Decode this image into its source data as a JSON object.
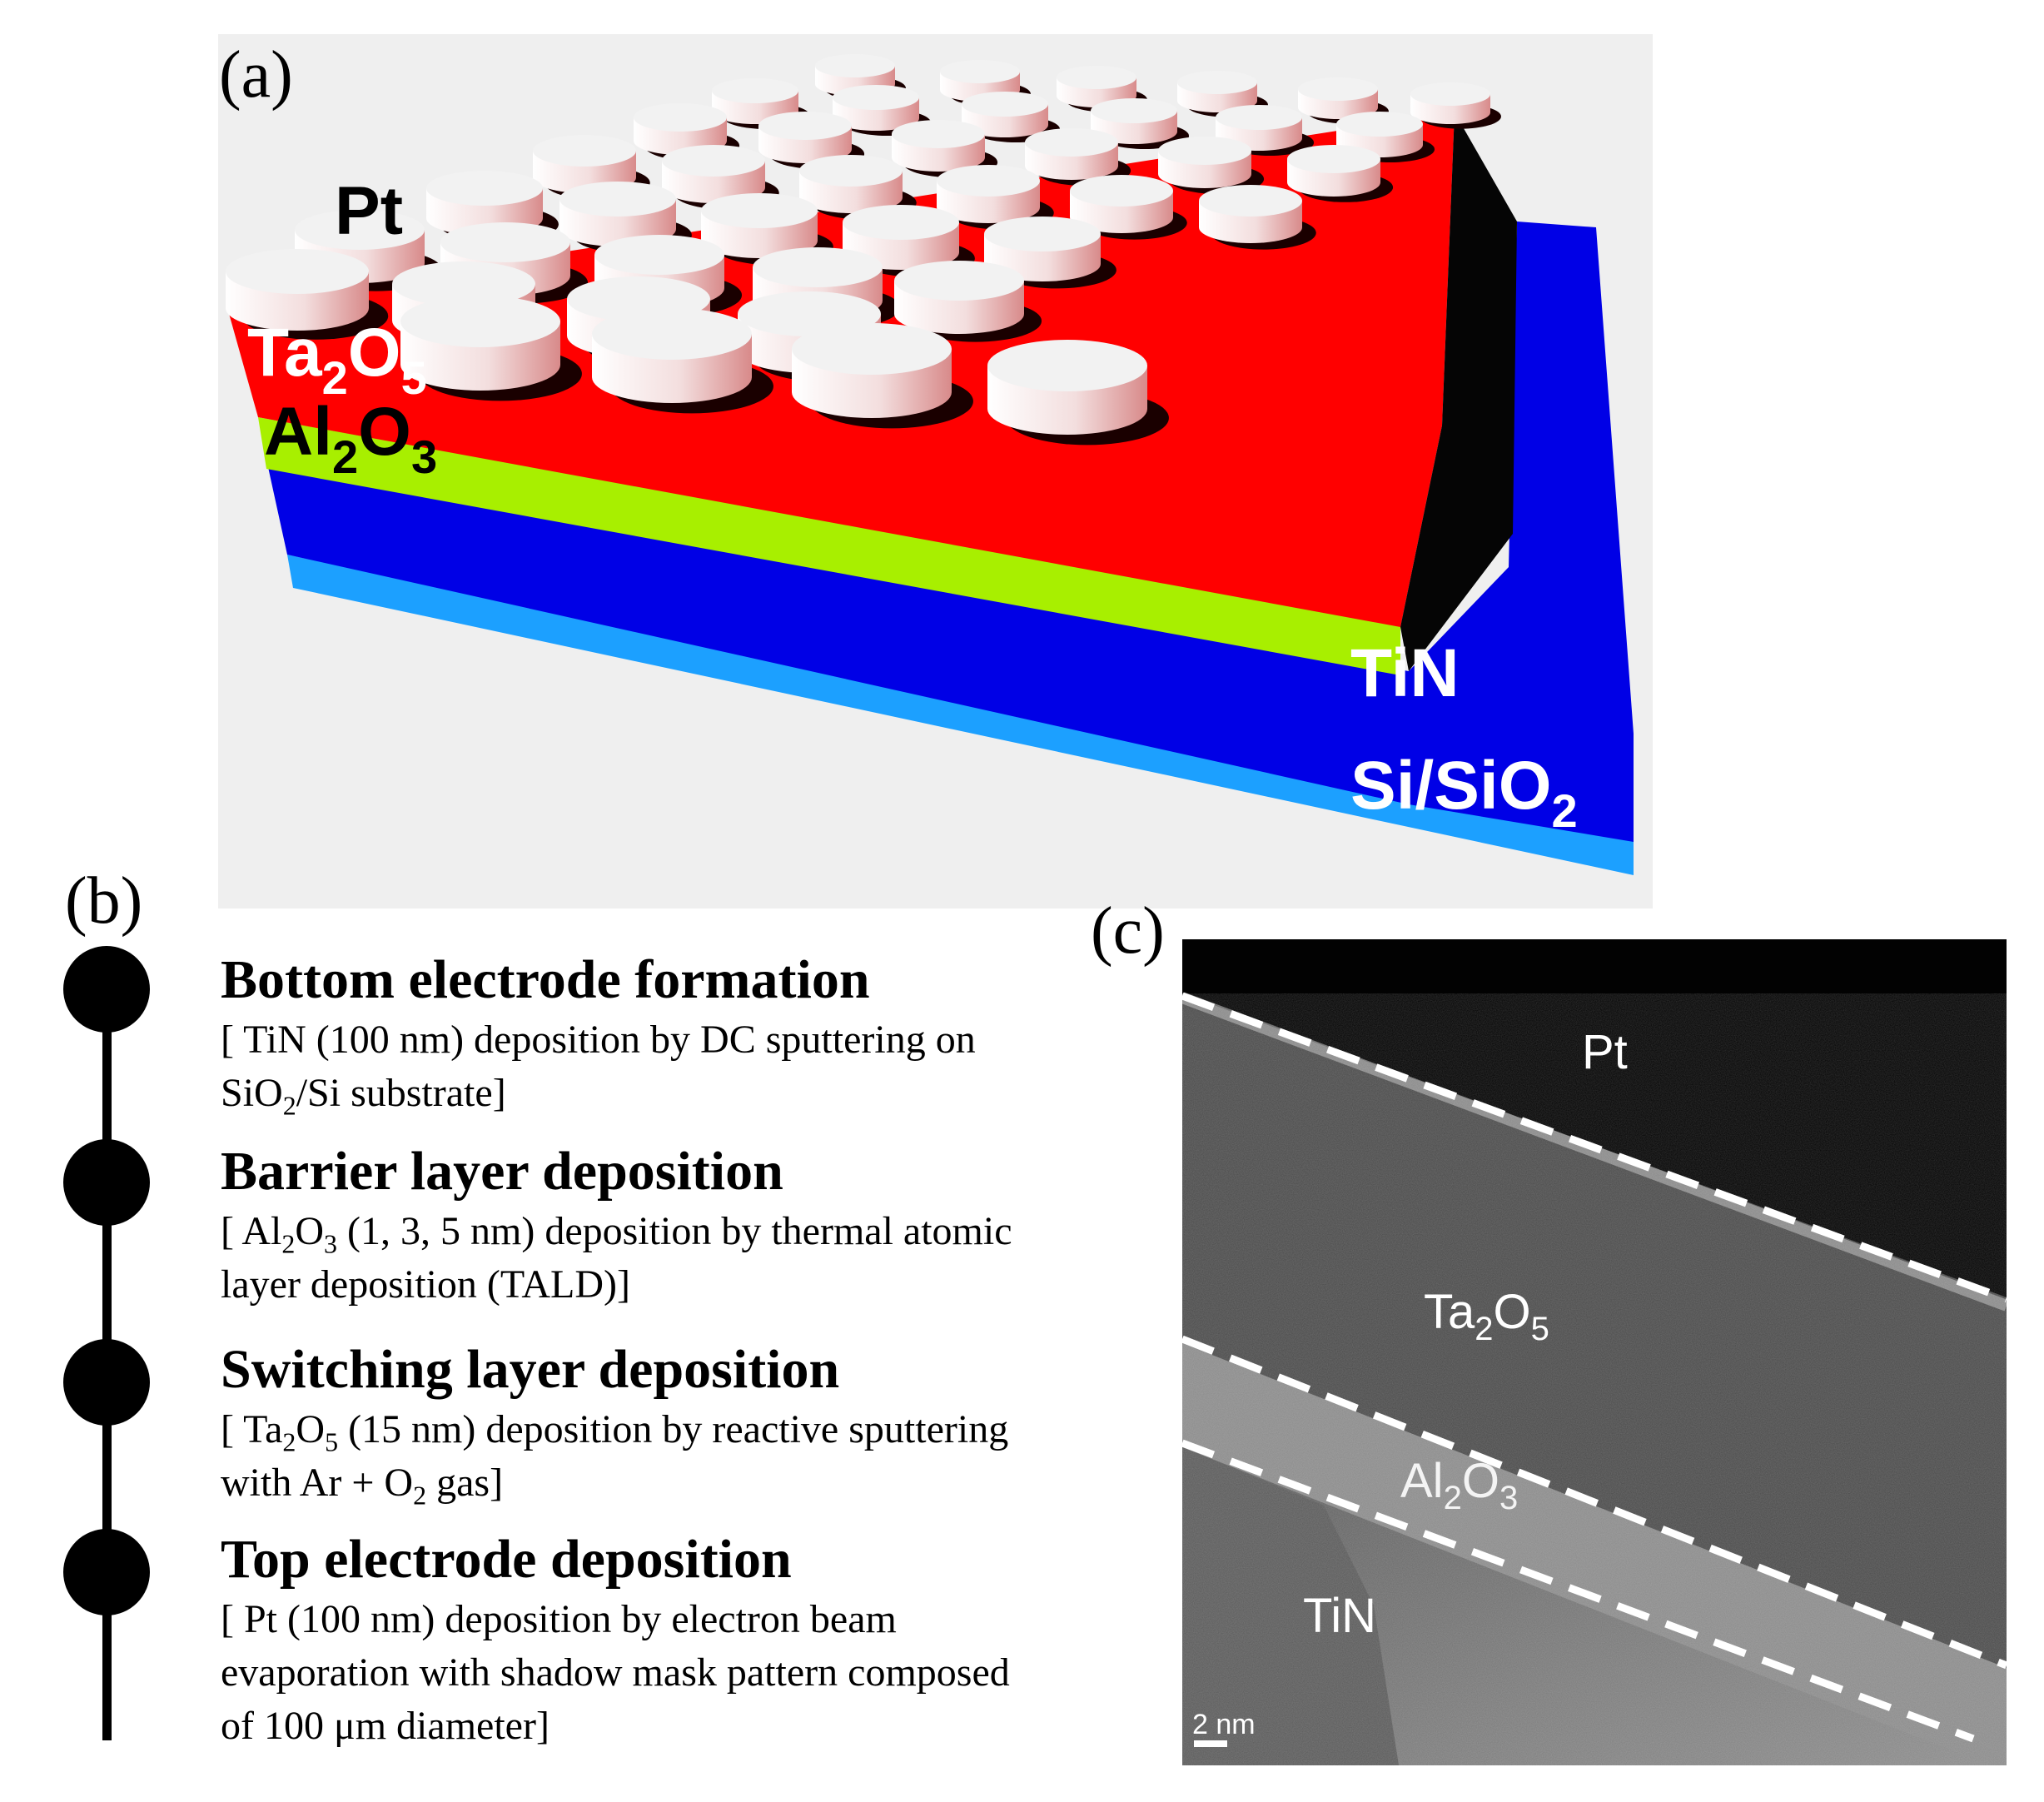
{
  "panel_a": {
    "label": "(a)",
    "layers": {
      "pt": "Pt",
      "ta2o5": {
        "base": "Ta",
        "sub1": "2",
        "mid": "O",
        "sub2": "5"
      },
      "al2o3": {
        "base": "Al",
        "sub1": "2",
        "mid": "O",
        "sub2": "3"
      },
      "tin": "TiN",
      "substrate": {
        "base": "Si/SiO",
        "sub": "2"
      }
    },
    "colors": {
      "ta2o5": "#ff0000",
      "al2o3": "#a8ef00",
      "tin": "#0000e6",
      "substrate": "#1ca0ff",
      "pt": "#f2f2f2",
      "background": "#efefef"
    }
  },
  "panel_b": {
    "label": "(b)",
    "steps": [
      {
        "title": "Bottom electrode formation",
        "line1": "[ TiN (100 nm) deposition by DC sputtering on",
        "line2_pre": "SiO",
        "line2_sub": "2",
        "line2_post": "/Si substrate]"
      },
      {
        "title": "Barrier layer deposition",
        "line1_pre": "[ Al",
        "line1_sub1": "2",
        "line1_mid": "O",
        "line1_sub2": "3",
        "line1_post": " (1, 3, 5 nm) deposition by thermal atomic",
        "line2": "layer deposition (TALD)]"
      },
      {
        "title": "Switching layer  deposition",
        "line1_pre": "[ Ta",
        "line1_sub1": "2",
        "line1_mid": "O",
        "line1_sub2": "5",
        "line1_post": " (15 nm) deposition by reactive sputtering",
        "line2_pre": "with Ar + O",
        "line2_sub": "2",
        "line2_post": " gas]"
      },
      {
        "title": "Top electrode deposition",
        "line1": "[ Pt (100 nm) deposition by electron beam",
        "line2": "evaporation with shadow mask pattern composed",
        "line3": "of 100 μm diameter]"
      }
    ]
  },
  "panel_c": {
    "label": "(c)",
    "regions": {
      "pt": "Pt",
      "ta2o5": {
        "base": "Ta",
        "sub1": "2",
        "mid": "O",
        "sub2": "5"
      },
      "al2o3": {
        "base": "Al",
        "sub1": "2",
        "mid": "O",
        "sub2": "3"
      },
      "tin": "TiN"
    },
    "scale_bar": "2 nm"
  }
}
